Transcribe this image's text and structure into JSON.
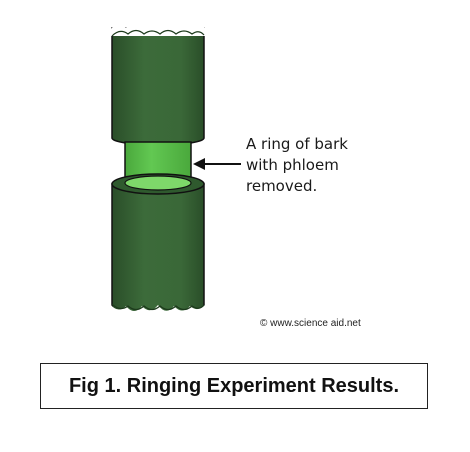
{
  "figure": {
    "callout_lines": [
      "A ring of bark",
      "with phloem",
      "removed."
    ],
    "credit": "© www.science aid.net",
    "caption": "Fig 1. Ringing Experiment Results."
  },
  "colors": {
    "bark": "#3c6b3a",
    "bark_dark": "#2a4e29",
    "bark_cut_face": "#2f5a2e",
    "exposed_wood": "#5cc04c",
    "exposed_wood_top": "#7ed86a",
    "outline": "#111111"
  },
  "icons": [
    "arrow-left-icon"
  ]
}
